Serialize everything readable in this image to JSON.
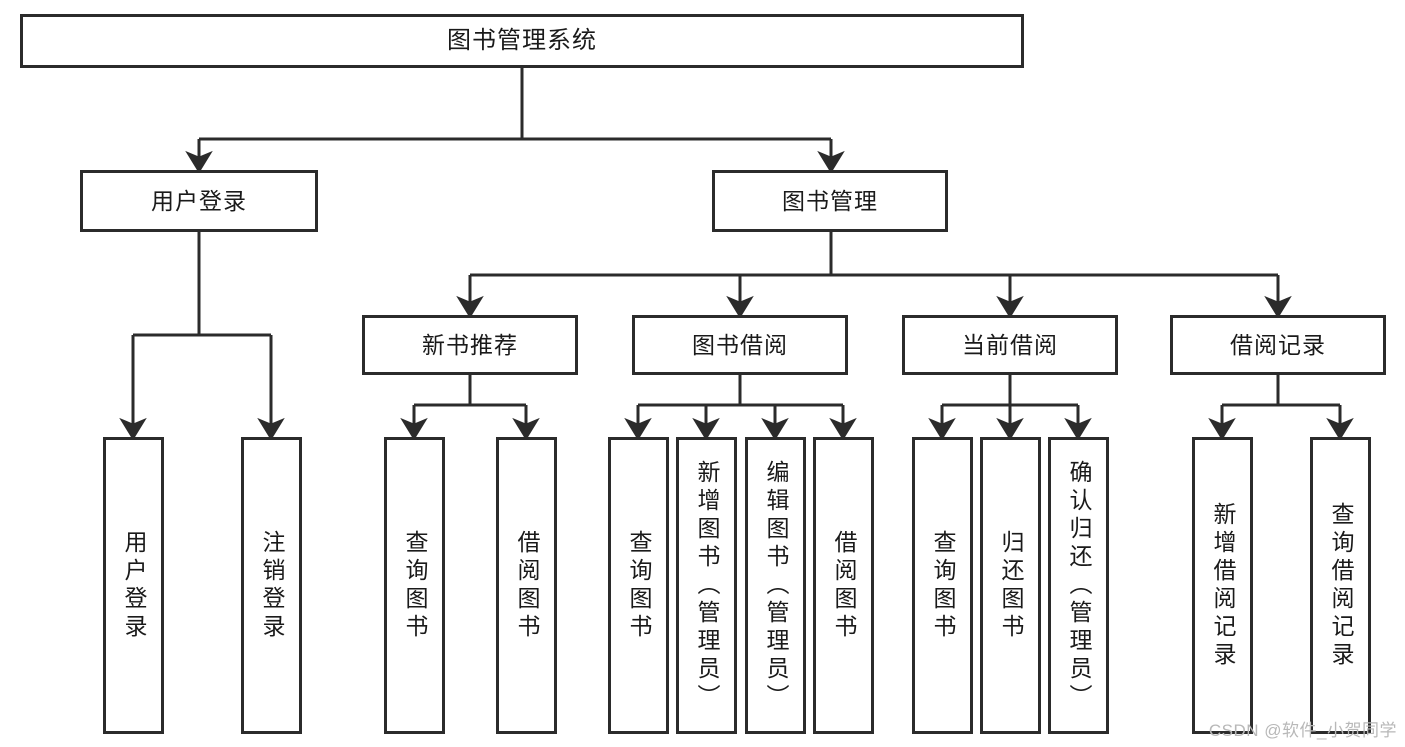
{
  "diagram": {
    "title": "图书管理系统",
    "watermark": "CSDN @软件_小贺同学",
    "line_color": "#2b2b2b",
    "box_fill": "#ffffff",
    "text_color": "#1a1a1a",
    "watermark_color": "#b8b8b8",
    "root": {
      "label": "图书管理系统"
    },
    "level2": [
      {
        "label": "用户登录"
      },
      {
        "label": "图书管理"
      }
    ],
    "level3": [
      {
        "label": "新书推荐"
      },
      {
        "label": "图书借阅"
      },
      {
        "label": "当前借阅"
      },
      {
        "label": "借阅记录"
      }
    ],
    "leaves_user_login": [
      {
        "label": "用户登录"
      },
      {
        "label": "注销登录"
      }
    ],
    "leaves_new_books": [
      {
        "label": "查询图书"
      },
      {
        "label": "借阅图书"
      }
    ],
    "leaves_borrow": [
      {
        "label": "查询图书"
      },
      {
        "label": "新增图书（管理员）"
      },
      {
        "label": "编辑图书（管理员）"
      },
      {
        "label": "借阅图书"
      }
    ],
    "leaves_current": [
      {
        "label": "查询图书"
      },
      {
        "label": "归还图书"
      },
      {
        "label": "确认归还（管理员）"
      }
    ],
    "leaves_records": [
      {
        "label": "新增借阅记录"
      },
      {
        "label": "查询借阅记录"
      }
    ]
  }
}
